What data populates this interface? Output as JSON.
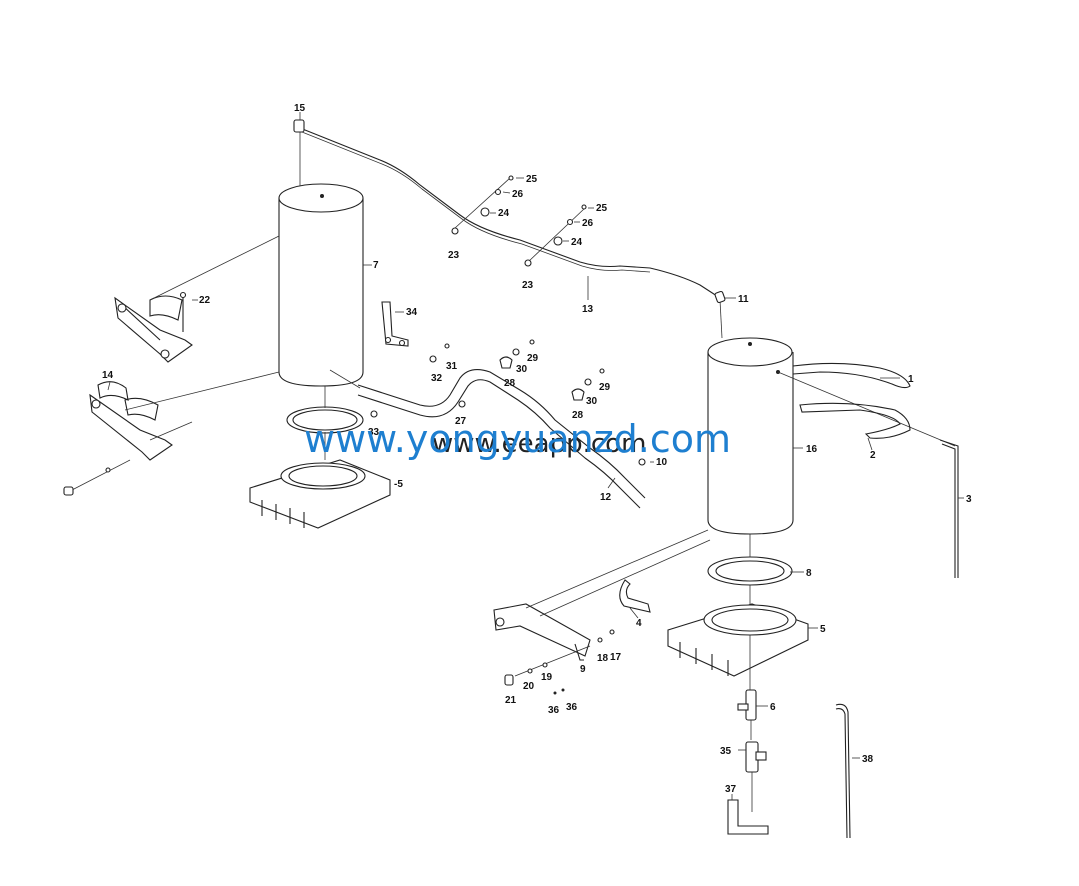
{
  "watermark": {
    "text": "www.yongyuanzd.com",
    "color": "#1e7fd0",
    "overlay_text": "www.eeapp.com"
  },
  "callouts": {
    "c1": "1",
    "c2": "2",
    "c3": "3",
    "c4": "4",
    "c5a": "-5",
    "c5b": "5",
    "c6": "6",
    "c7": "7",
    "c8": "8",
    "c9": "9",
    "c10": "10",
    "c11": "11",
    "c12": "12",
    "c13": "13",
    "c14": "14",
    "c15": "15",
    "c16": "16",
    "c17": "17",
    "c18": "18",
    "c19": "19",
    "c20": "20",
    "c21": "21",
    "c22": "22",
    "c23a": "23",
    "c23b": "23",
    "c24a": "24",
    "c24b": "24",
    "c25a": "25",
    "c25b": "25",
    "c26a": "26",
    "c26b": "26",
    "c27": "27",
    "c28a": "28",
    "c28b": "28",
    "c29a": "29",
    "c29b": "29",
    "c30a": "30",
    "c30b": "30",
    "c31": "31",
    "c32": "32",
    "c33": "33",
    "c34": "34",
    "c35": "35",
    "c36a": "36",
    "c36b": "36",
    "c37": "37",
    "c38": "38"
  }
}
